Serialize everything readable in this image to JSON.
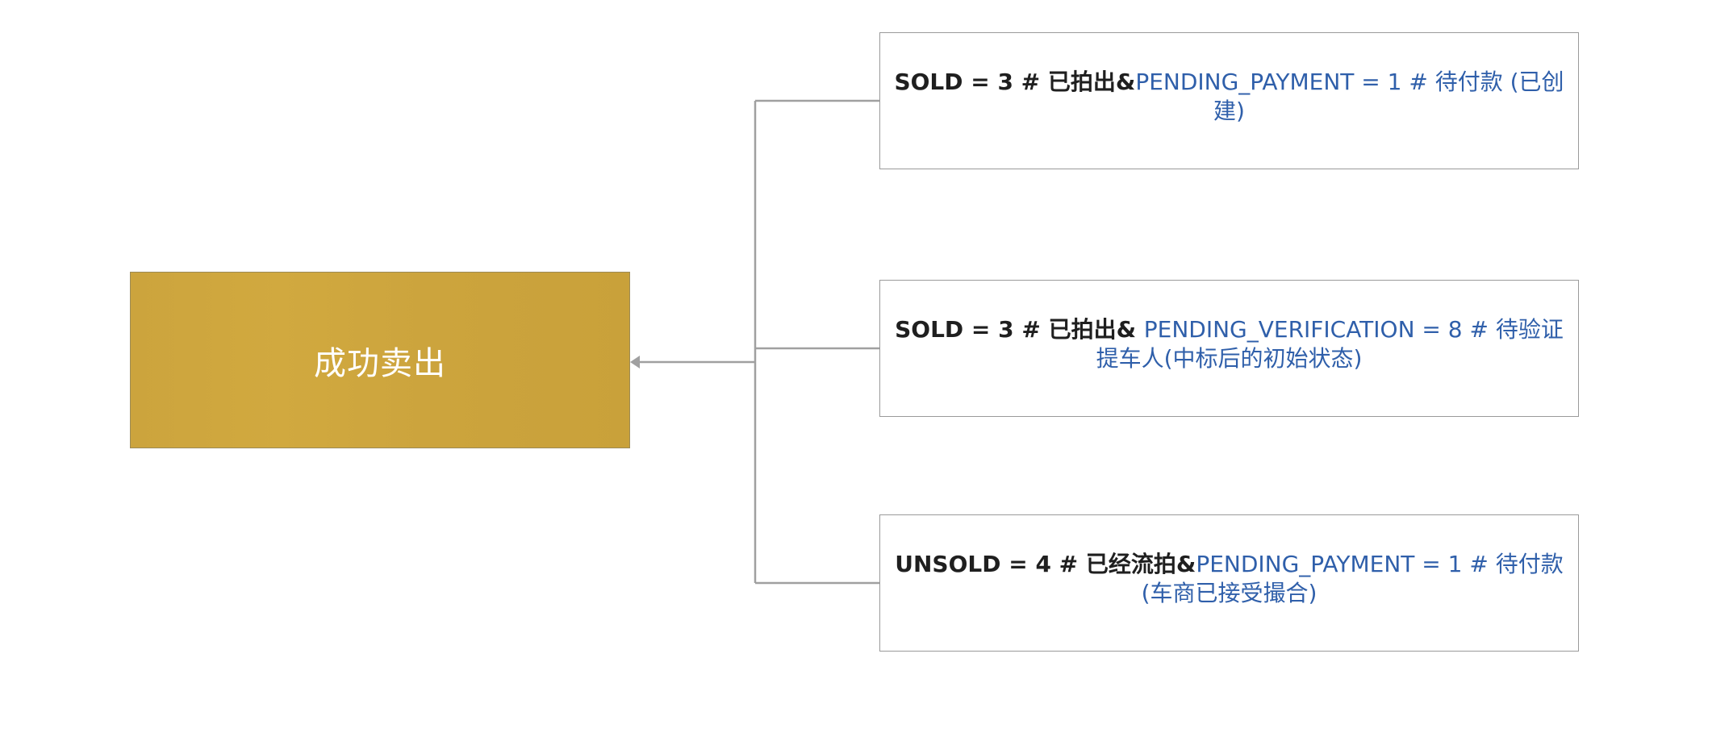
{
  "colors": {
    "root_fill": "#cca43d",
    "connector": "#a0a0a0",
    "strong_text": "#1f1f1f",
    "blue_text": "#2f5faa"
  },
  "root": {
    "label": "成功卖出"
  },
  "states": [
    {
      "primary": "SOLD = 3  # 已拍出&",
      "secondary": "PENDING_PAYMENT = 1  # 待付款 (已创建)"
    },
    {
      "primary": "SOLD = 3  # 已拍出& ",
      "secondary": "PENDING_VERIFICATION = 8  # 待验证提车人(中标后的初始状态)"
    },
    {
      "primary": "UNSOLD = 4  # 已经流拍&",
      "secondary": "PENDING_PAYMENT = 1  # 待付款(车商已接受撮合)"
    }
  ]
}
